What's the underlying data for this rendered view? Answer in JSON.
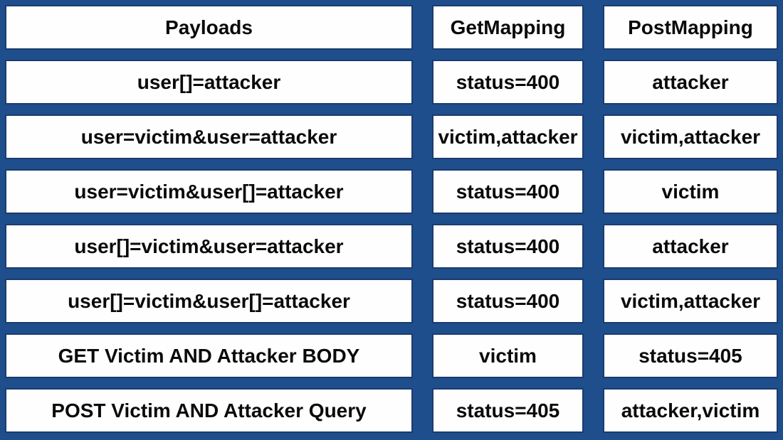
{
  "chart_data": {
    "type": "table",
    "columns": [
      "Payloads",
      "GetMapping",
      "PostMapping"
    ],
    "rows": [
      [
        "user[]=attacker",
        "status=400",
        "attacker"
      ],
      [
        "user=victim&user=attacker",
        "victim,attacker",
        "victim,attacker"
      ],
      [
        "user=victim&user[]=attacker",
        "status=400",
        "victim"
      ],
      [
        "user[]=victim&user=attacker",
        "status=400",
        "attacker"
      ],
      [
        "user[]=victim&user[]=attacker",
        "status=400",
        "victim,attacker"
      ],
      [
        "GET Victim AND Attacker BODY",
        "victim",
        "status=405"
      ],
      [
        "POST Victim AND Attacker Query",
        "status=405",
        "attacker,victim"
      ]
    ]
  },
  "colors": {
    "page_background": "#1F4E8C",
    "cell_background": "#FEFEFE",
    "cell_border": "#1A3B6E",
    "text": "#0A0A0A"
  }
}
